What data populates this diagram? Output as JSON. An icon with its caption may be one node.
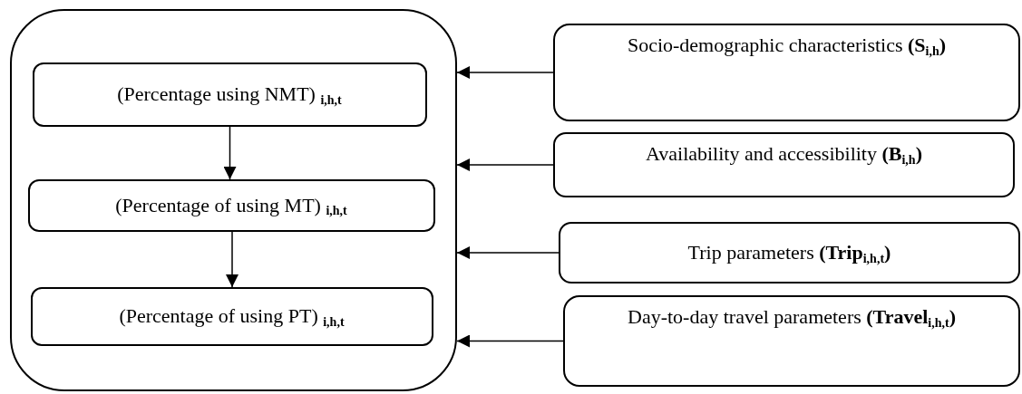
{
  "diagram": {
    "nodes": [
      {
        "text": [],
        "shape": "box"
      },
      {
        "text": [
          "(Percentage using NMT) **$_{i,h,t}$**"
        ],
        "in": 0
      },
      {
        "text": [
          "(Percentage of using MT) **$_{i,h,t}$**"
        ],
        "in": 0
      },
      {
        "text": [
          "(Percentage of using PT) **$_{i,h,t}$**"
        ],
        "in": 0
      },
      {
        "text": [
          "Socio-demographic characteristics **(S$_{i,h}$)**"
        ]
      },
      {
        "text": [
          "Availability and accessibility **(B$_{i,h}$)**"
        ]
      },
      {
        "text": [
          "Trip parameters **(Trip$_{i,h,t}$)**"
        ]
      },
      {
        "text": [
          "Day-to-day travel parameters **(Travel$_{i,h,t}$)**"
        ]
      }
    ],
    "edges": [
      {
        "from": 1,
        "to": 2,
        "arrow": "to"
      },
      {
        "from": 2,
        "to": 3,
        "arrow": "to"
      },
      {
        "from": 4,
        "to": 0,
        "arrow": "to"
      },
      {
        "from": 5,
        "to": 0,
        "arrow": "to"
      },
      {
        "from": 6,
        "to": 0,
        "arrow": "to"
      },
      {
        "from": 7,
        "to": 0,
        "arrow": "to"
      }
    ]
  }
}
